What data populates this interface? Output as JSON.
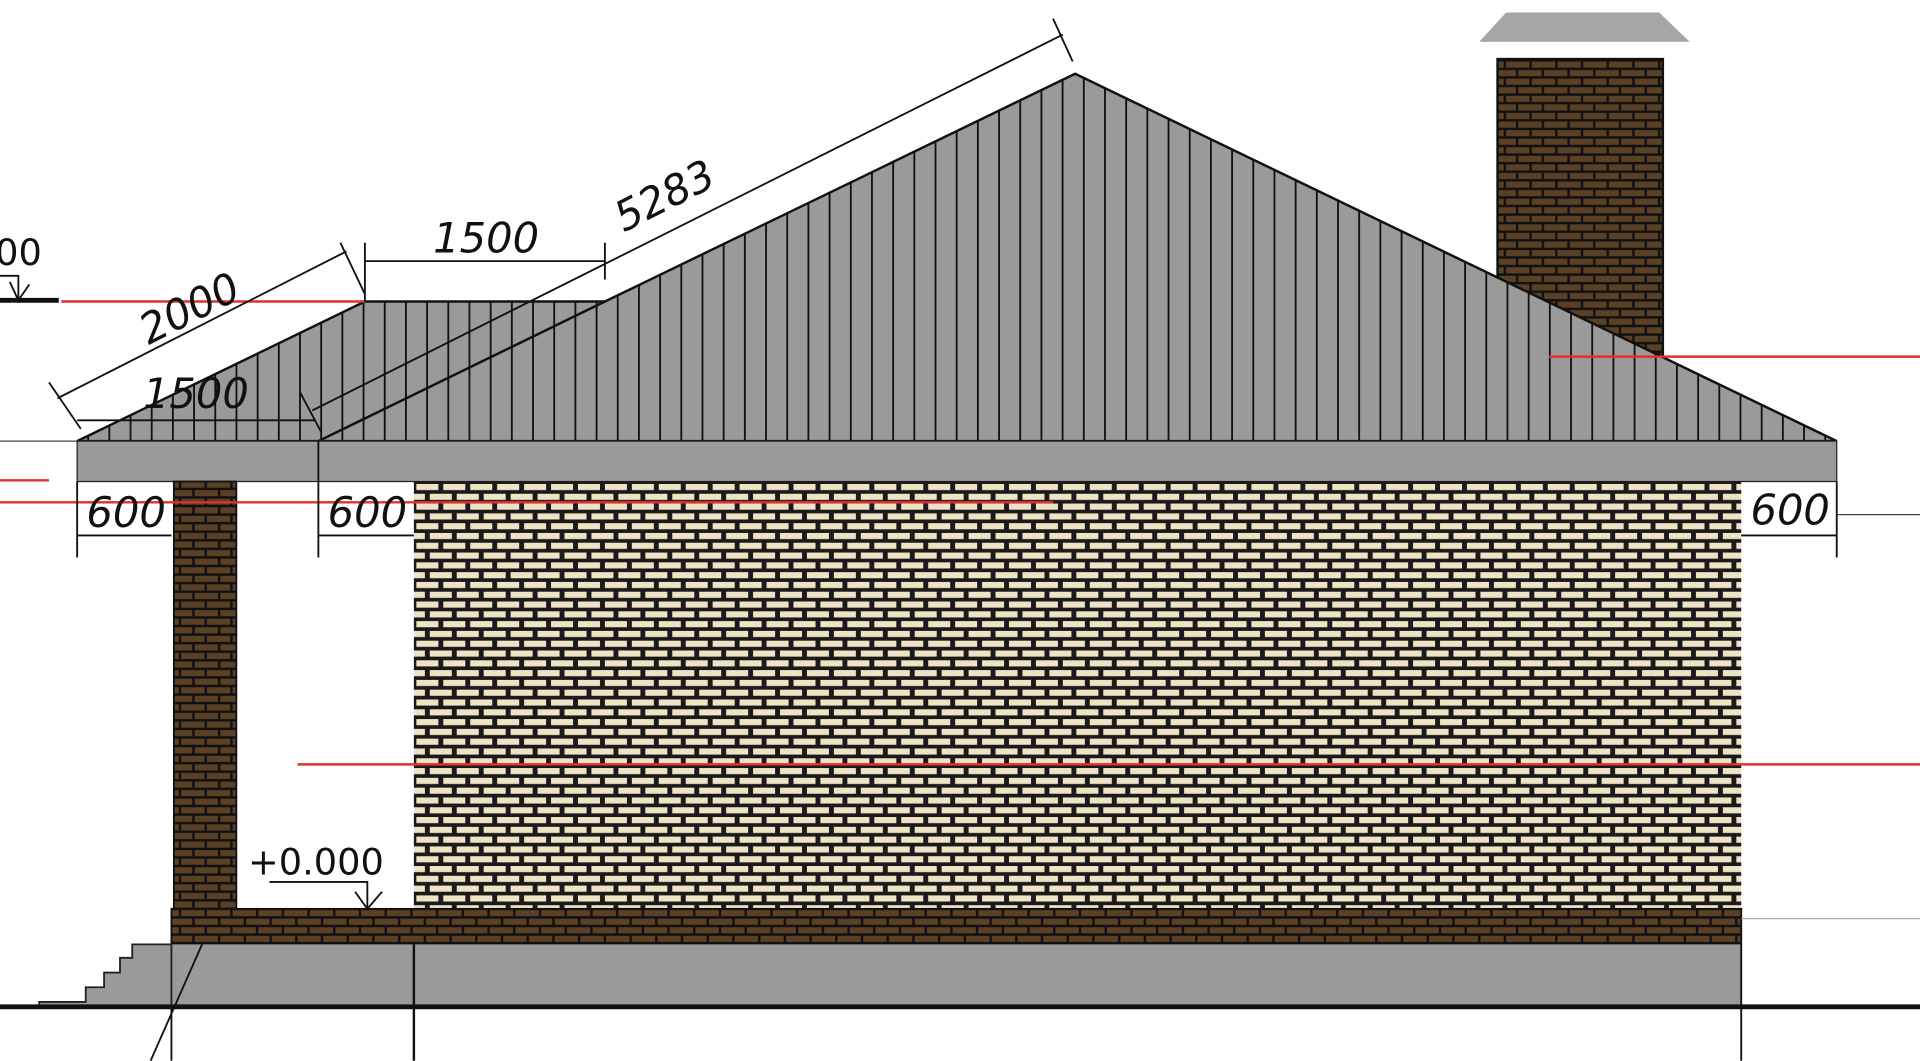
{
  "drawing": {
    "dimensions": {
      "rafter_porch": "2000",
      "rafter_main": "5283",
      "porch_top_width": "1500",
      "porch_base_width": "1500",
      "overhang_left": "600",
      "overhang_mid": "600",
      "overhang_right": "600"
    },
    "elevation_mark": "+0.000",
    "left_mark_partial": "00"
  },
  "colors": {
    "roof": "#9a9a9a",
    "light_brick": "#efe3c6",
    "dark_brick": "#5a4126",
    "mortar": "#111111",
    "axis_red": "#e03030"
  }
}
